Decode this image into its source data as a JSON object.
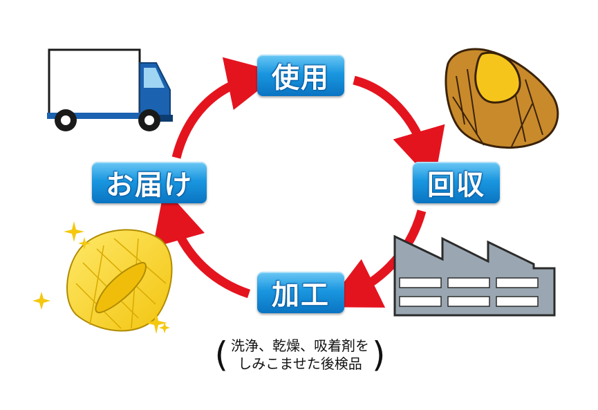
{
  "diagram": {
    "stages": {
      "use": "使用",
      "collect": "回収",
      "process": "加工",
      "deliver": "お届け"
    },
    "process_note": {
      "line1": "洗浄、乾燥、吸着剤を",
      "line2": "しみこませた後検品"
    }
  },
  "colors": {
    "arrow": "#e4141f",
    "label_fill": "#1a97e0",
    "truck_cab": "#1b62b0",
    "factory": "#9aa7b2",
    "mop_yellow": "#f5d21c",
    "mop_brown": "#c98a2b"
  },
  "icons": [
    "truck-icon",
    "used-mop-icon",
    "factory-icon",
    "clean-mop-icon",
    "sparkle-icon"
  ]
}
